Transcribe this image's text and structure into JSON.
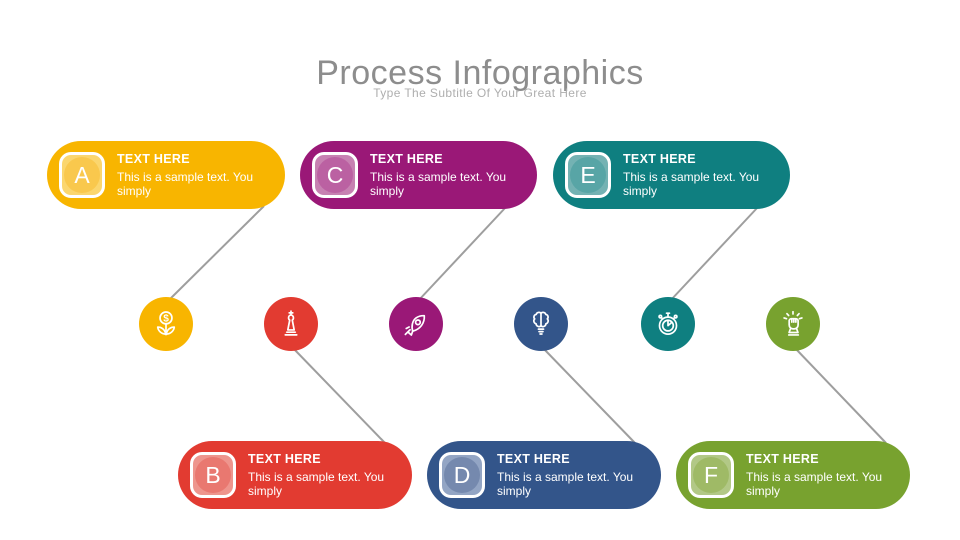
{
  "slide": {
    "title": "Process Infographics",
    "subtitle": "Type The Subtitle Of Your Great Here"
  },
  "colors": {
    "title_text": "#8d8d8d",
    "subtitle_text": "#aeaeae",
    "connector": "#9e9e9e",
    "card_text": "#ffffff"
  },
  "steps": [
    {
      "letter": "A",
      "heading": "TEXT HERE",
      "body": "This is a sample text. You simply",
      "color": "#F8B500",
      "badge_square": "#FBD66E",
      "badge_circle": "#F9C84D",
      "icon": "money-growth-icon"
    },
    {
      "letter": "B",
      "heading": "TEXT HERE",
      "body": "This is a sample text. You simply",
      "color": "#E23B31",
      "badge_square": "#EE958D",
      "badge_circle": "#E97870",
      "icon": "chess-strategy-icon"
    },
    {
      "letter": "C",
      "heading": "TEXT HERE",
      "body": "This is a sample text. You simply",
      "color": "#9A1877",
      "badge_square": "#C781B2",
      "badge_circle": "#BB61A2",
      "icon": "rocket-icon"
    },
    {
      "letter": "D",
      "heading": "TEXT HERE",
      "body": "This is a sample text. You simply",
      "color": "#33558A",
      "badge_square": "#93A5C4",
      "badge_circle": "#7589AE",
      "icon": "brain-idea-icon"
    },
    {
      "letter": "E",
      "heading": "TEXT HERE",
      "body": "This is a sample text. You simply",
      "color": "#0F7F80",
      "badge_square": "#74B2B3",
      "badge_circle": "#58A5A6",
      "icon": "stopwatch-icon"
    },
    {
      "letter": "F",
      "heading": "TEXT HERE",
      "body": "This is a sample text. You simply",
      "color": "#78A22F",
      "badge_square": "#B2C886",
      "badge_circle": "#9FBA66",
      "icon": "idea-hand-icon"
    }
  ]
}
